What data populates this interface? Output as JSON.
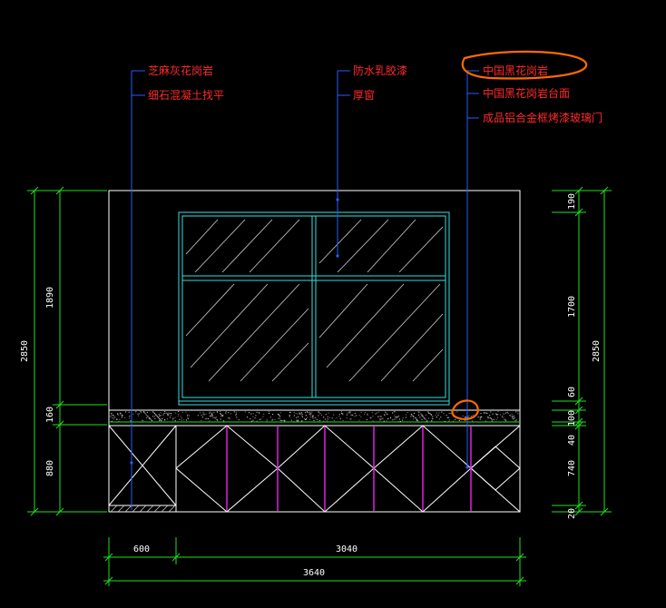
{
  "callouts": {
    "left_1": "芝麻灰花岗岩",
    "left_2": "细石混凝土找平",
    "mid_1": "防水乳胶漆",
    "mid_2": "厚窗",
    "right_1": "中国黑花岗岩",
    "right_2": "中国黑花岗岩台面",
    "right_3": "成品铝合金框烤漆玻璃门"
  },
  "dimensions": {
    "left_total": "2850",
    "left_upper": "1890",
    "left_mid": "160",
    "left_lower": "880",
    "right_total": "2850",
    "right_190": "190",
    "right_1700": "1700",
    "right_60": "60",
    "right_100": "100",
    "right_40": "40",
    "right_740": "740",
    "right_20": "20",
    "bottom_600": "600",
    "bottom_3040": "3040",
    "bottom_3640": "3640"
  },
  "colors": {
    "background": "#000000",
    "outline": "#ffffff",
    "window_frame": "#36e0e0",
    "dimension": "#20e020",
    "leader": "#2a5cff",
    "callout_text": "#ff2a2a",
    "door_lines": "#e020e0",
    "highlight": "#ff6a00",
    "hatch": "#d0d0d0"
  }
}
